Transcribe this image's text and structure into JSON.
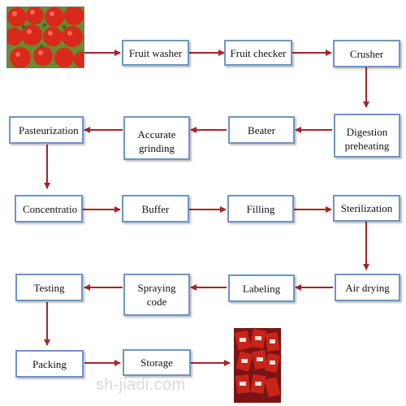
{
  "diagram": {
    "steps": {
      "fruit_washer": "Fruit washer",
      "fruit_checker": "Fruit checker",
      "crusher": "Crusher",
      "digestion_preheating": "Digestion\npreheating",
      "beater": "Beater",
      "accurate_grinding": "Accurate\ngrinding",
      "pasteurization": "Pasteurization",
      "concentratio": "Concentratio",
      "buffer": "Buffer",
      "filling": "Filling",
      "sterilization": "Sterilization",
      "air_drying": "Air drying",
      "labeling": "Labeling",
      "spraying_code": "Spraying\ncode",
      "testing": "Testing",
      "packing": "Packing",
      "storage": "Storage"
    },
    "watermark": "sh-jiadi.com",
    "colors": {
      "box_border": "#6d95c4",
      "arrow": "#a6242a",
      "tomato": "#d8291c"
    }
  }
}
